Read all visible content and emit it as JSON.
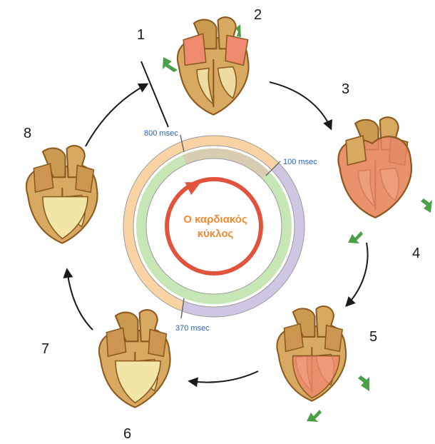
{
  "center_title": [
    "Ο καρδιακός",
    "κύκλος"
  ],
  "time_labels": [
    "800 msec",
    "100 msec",
    "370 msec"
  ],
  "stage_numbers": [
    "1",
    "2",
    "3",
    "4",
    "5",
    "6",
    "7",
    "8"
  ],
  "colors": {
    "ring_outer_orange": "#f9d3a3",
    "ring_outer_purple": "#cfc6e4",
    "ring_inner_green": "#c6e6b6",
    "ring_inner_tan": "#d8cdb3",
    "center_ring": "#e2533d",
    "center_text": "#f08a35",
    "time_text": "#2a62b8",
    "heart_muscle": "#d8a960",
    "heart_outline": "#8c5a1e",
    "heart_contracting": "#ee8a6e",
    "heart_pale": "#f2e6a6",
    "arrow_green": "#49a049"
  }
}
